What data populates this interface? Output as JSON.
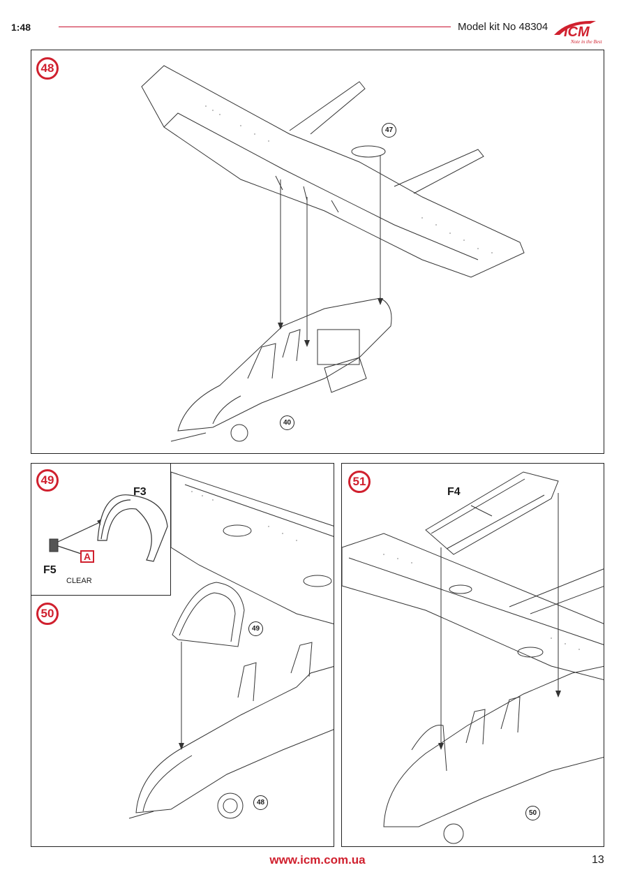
{
  "header": {
    "scale": "1:48",
    "kit_label": "Model kit No 48304",
    "brand": "ICM",
    "brand_tagline": "Note in the Best"
  },
  "steps": {
    "s48": {
      "number": "48",
      "refs": [
        "47",
        "40"
      ]
    },
    "s49": {
      "number": "49",
      "parts": [
        "F3",
        "F5"
      ],
      "clear_label": "CLEAR",
      "paint_code": "A"
    },
    "s50": {
      "number": "50",
      "refs": [
        "49",
        "48"
      ]
    },
    "s51": {
      "number": "51",
      "parts": [
        "F4"
      ],
      "refs": [
        "50"
      ]
    }
  },
  "footer": {
    "url": "www.icm.com.ua",
    "page_number": "13"
  },
  "colors": {
    "accent_red": "#d0202e",
    "line": "#222222"
  }
}
